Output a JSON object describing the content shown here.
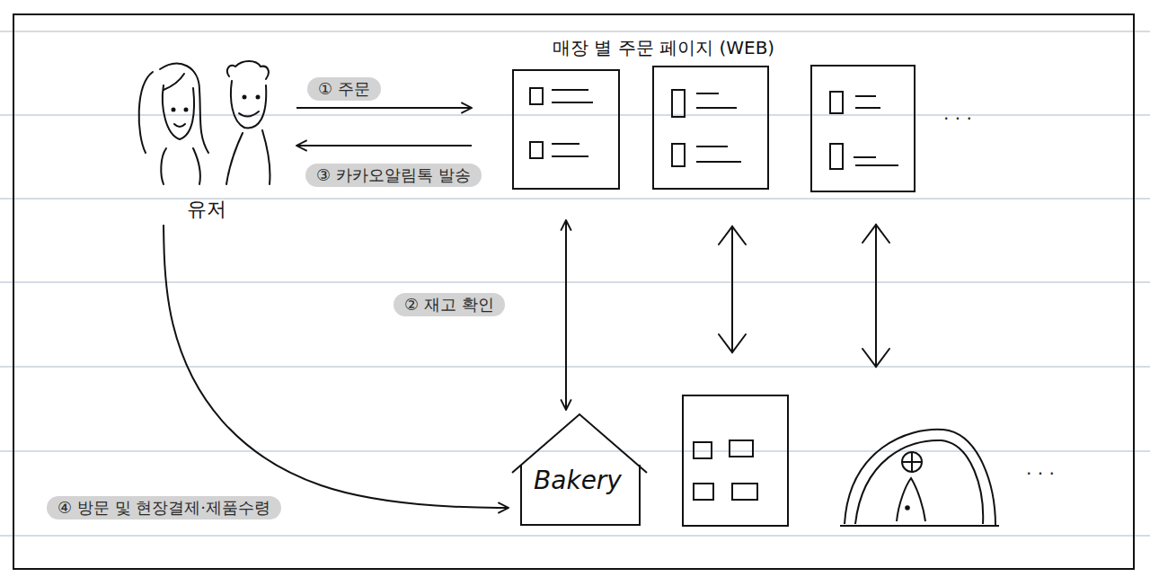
{
  "diagram": {
    "nodes": [
      {
        "text": [
          "유저"
        ]
      },
      {
        "text": [
          "매장 별 주문 페이지 (WEB)"
        ]
      },
      {
        "text": [
          "Bakery"
        ]
      }
    ],
    "edges": [
      {
        "from": 0,
        "to": 1,
        "label": "① 주문",
        "arrow": "to"
      },
      {
        "from": 1,
        "to": 0,
        "label": "③ 카카오알림톡 발송",
        "arrow": "to"
      },
      {
        "from": 1,
        "to": 2,
        "label": "② 재고 확인",
        "arrow": "both"
      },
      {
        "from": 0,
        "to": 2,
        "label": "④ 방문 및 현장결제·제품수령",
        "arrow": "to"
      }
    ],
    "labels": [
      "· · ·",
      "· · ·"
    ]
  }
}
